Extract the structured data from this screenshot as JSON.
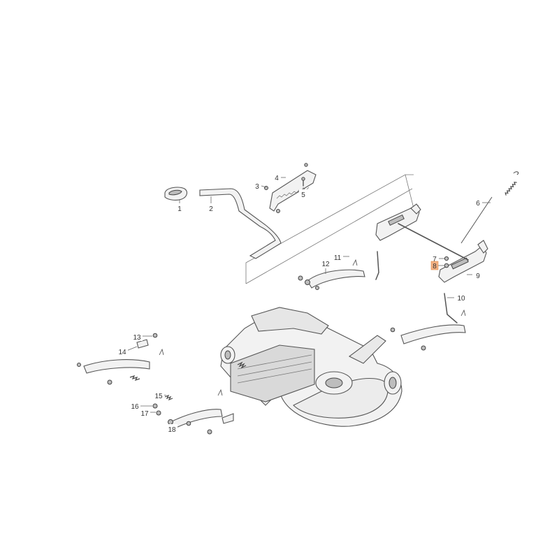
{
  "diagram": {
    "callouts": [
      {
        "id": "c1",
        "number": "1",
        "highlighted": false
      },
      {
        "id": "c2",
        "number": "2",
        "highlighted": false
      },
      {
        "id": "c3",
        "number": "3",
        "highlighted": false
      },
      {
        "id": "c4",
        "number": "4",
        "highlighted": false
      },
      {
        "id": "c5",
        "number": "5",
        "highlighted": false
      },
      {
        "id": "c6",
        "number": "6",
        "highlighted": false
      },
      {
        "id": "c7",
        "number": "7",
        "highlighted": false
      },
      {
        "id": "c8",
        "number": "8",
        "highlighted": true
      },
      {
        "id": "c9",
        "number": "9",
        "highlighted": false
      },
      {
        "id": "c10",
        "number": "10",
        "highlighted": false
      },
      {
        "id": "c11",
        "number": "11",
        "highlighted": false
      },
      {
        "id": "c12",
        "number": "12",
        "highlighted": false
      },
      {
        "id": "c13",
        "number": "13",
        "highlighted": false
      },
      {
        "id": "c14",
        "number": "14",
        "highlighted": false
      },
      {
        "id": "c15",
        "number": "15",
        "highlighted": false
      },
      {
        "id": "c16",
        "number": "16",
        "highlighted": false
      },
      {
        "id": "c17",
        "number": "17",
        "highlighted": false
      },
      {
        "id": "c18",
        "number": "18",
        "highlighted": false
      }
    ],
    "colors": {
      "highlight": "#f4b183",
      "line": "#555555",
      "background": "#ffffff"
    }
  }
}
